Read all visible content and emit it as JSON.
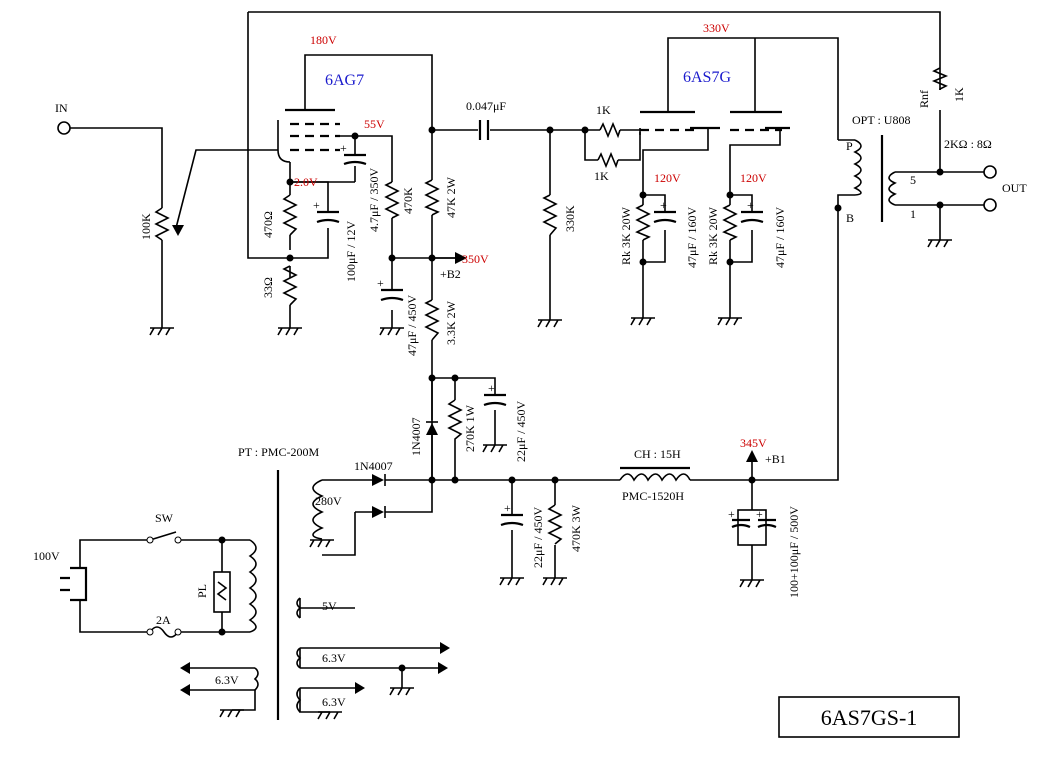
{
  "title": "6AS7GS-1",
  "colors": {
    "voltage": "#cc0000",
    "tube": "#1a1acc",
    "wire": "#000000"
  },
  "tubes": {
    "driver": "6AG7",
    "output": "6AS7G"
  },
  "voltages": {
    "v180": "180V",
    "v330": "330V",
    "v55": "55V",
    "v2": "2.0V",
    "v350": "350V",
    "v120a": "120V",
    "v120b": "120V",
    "v345": "345V"
  },
  "labels": {
    "in": "IN",
    "out": "OUT",
    "b2": "+B2",
    "b1": "+B1",
    "opt": "OPT : U808",
    "p": "P",
    "b": "B",
    "imp": "2KΩ : 8Ω",
    "pin5": "5",
    "pin1": "1",
    "pt": "PT : PMC-200M",
    "ch": "CH : 15H",
    "ch_model": "PMC-1520H",
    "sw": "SW",
    "fuse": "2A",
    "pl": "PL",
    "mains": "100V",
    "t280": "280V",
    "t5": "5V",
    "t63a": "6.3V",
    "t63b": "6.3V",
    "t63c": "6.3V"
  },
  "components": {
    "r_vol": "100K",
    "r470": "470Ω",
    "r33": "33Ω",
    "c_cath": "100μF / 12V",
    "c_scr": "4.7μF / 350V",
    "r_scr": "470K",
    "r_load": "47K 2W",
    "c_b2": "47μF / 450V",
    "r_drop": "3.3K 2W",
    "c_coup": "0.047μF",
    "r_grid": "330K",
    "r1k_a": "1K",
    "r1k_b": "1K",
    "rk1": "Rk 3K 20W",
    "ck1": "47μF / 160V",
    "rk2": "Rk 3K 20W",
    "ck2": "47μF / 160V",
    "rnf": "Rnf",
    "rnf_val": "1K",
    "d1": "1N4007",
    "d2": "1N4007",
    "r270": "270K 1W",
    "c22a": "22μF / 450V",
    "c22b": "22μF / 450V",
    "r470k3": "470K 3W",
    "c_main": "100+100μF / 500V"
  }
}
